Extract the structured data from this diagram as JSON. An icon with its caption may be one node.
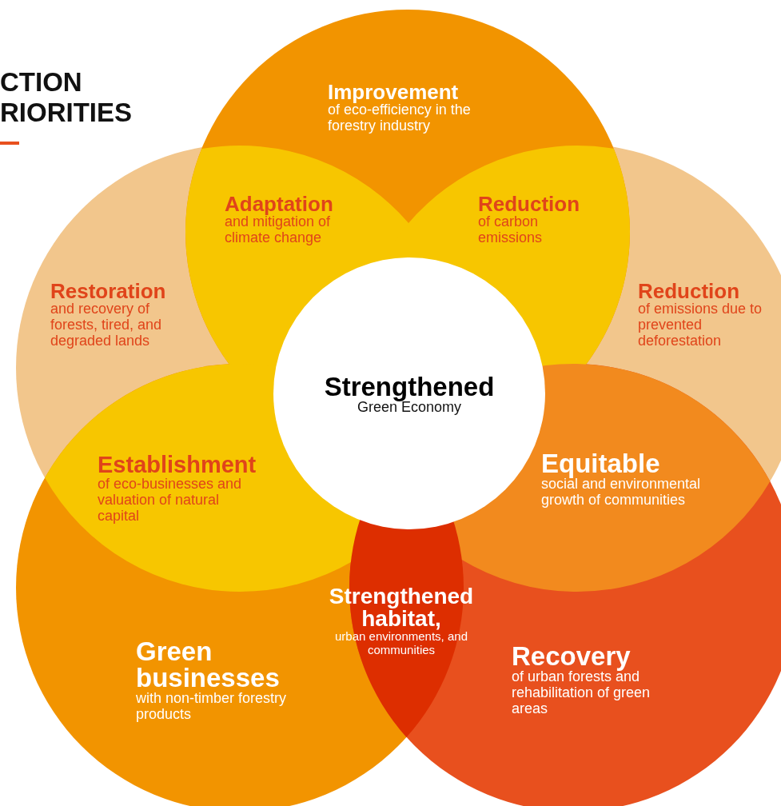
{
  "diagram": {
    "title": "CTION RIORITIES",
    "nodes": [
      {
        "text": [
          "Improvement",
          "of eco-efficiency in the forestry industry"
        ]
      },
      {
        "text": [
          "Restoration",
          "and recovery of forests, tired, and degraded lands"
        ]
      },
      {
        "text": [
          "Reduction",
          "of emissions due to prevented deforestation"
        ]
      },
      {
        "text": [
          "Green businesses",
          "with non-timber forestry products"
        ]
      },
      {
        "text": [
          "Recovery",
          "of urban forests and rehabilitation of green areas"
        ]
      },
      {
        "text": [
          "Adaptation",
          "and mitigation of climate change"
        ]
      },
      {
        "text": [
          "Reduction",
          "of carbon emissions"
        ]
      },
      {
        "text": [
          "Strengthened",
          "Green Economy"
        ]
      },
      {
        "text": [
          "Establishment",
          "of eco-businesses and valuation of natural capital"
        ]
      },
      {
        "text": [
          "Equitable",
          "social and environmental growth of communities"
        ]
      },
      {
        "text": [
          "Strengthened habitat,",
          "urban environments, and communities"
        ]
      }
    ]
  }
}
